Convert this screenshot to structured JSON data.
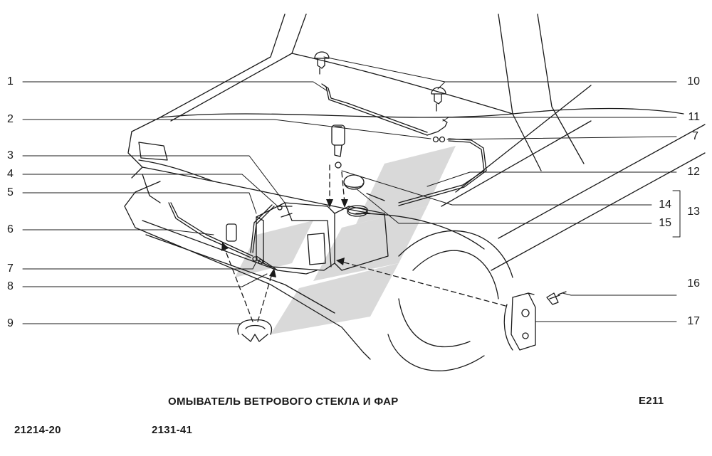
{
  "title": "ОМЫВАТЕЛЬ ВЕТРОВОГО СТЕКЛА И ФАР",
  "page_code": "E211",
  "model_code": "21214-20",
  "catalog_code": "2131-41",
  "callouts_left": [
    "1",
    "2",
    "3",
    "4",
    "5",
    "6",
    "7",
    "8",
    "9"
  ],
  "callouts_right": [
    "10",
    "11",
    "7",
    "12",
    "14",
    "13",
    "15",
    "16",
    "17"
  ],
  "colors": {
    "line": "#1a1a1a",
    "background": "#ffffff",
    "watermark": "#cfcfcf"
  }
}
